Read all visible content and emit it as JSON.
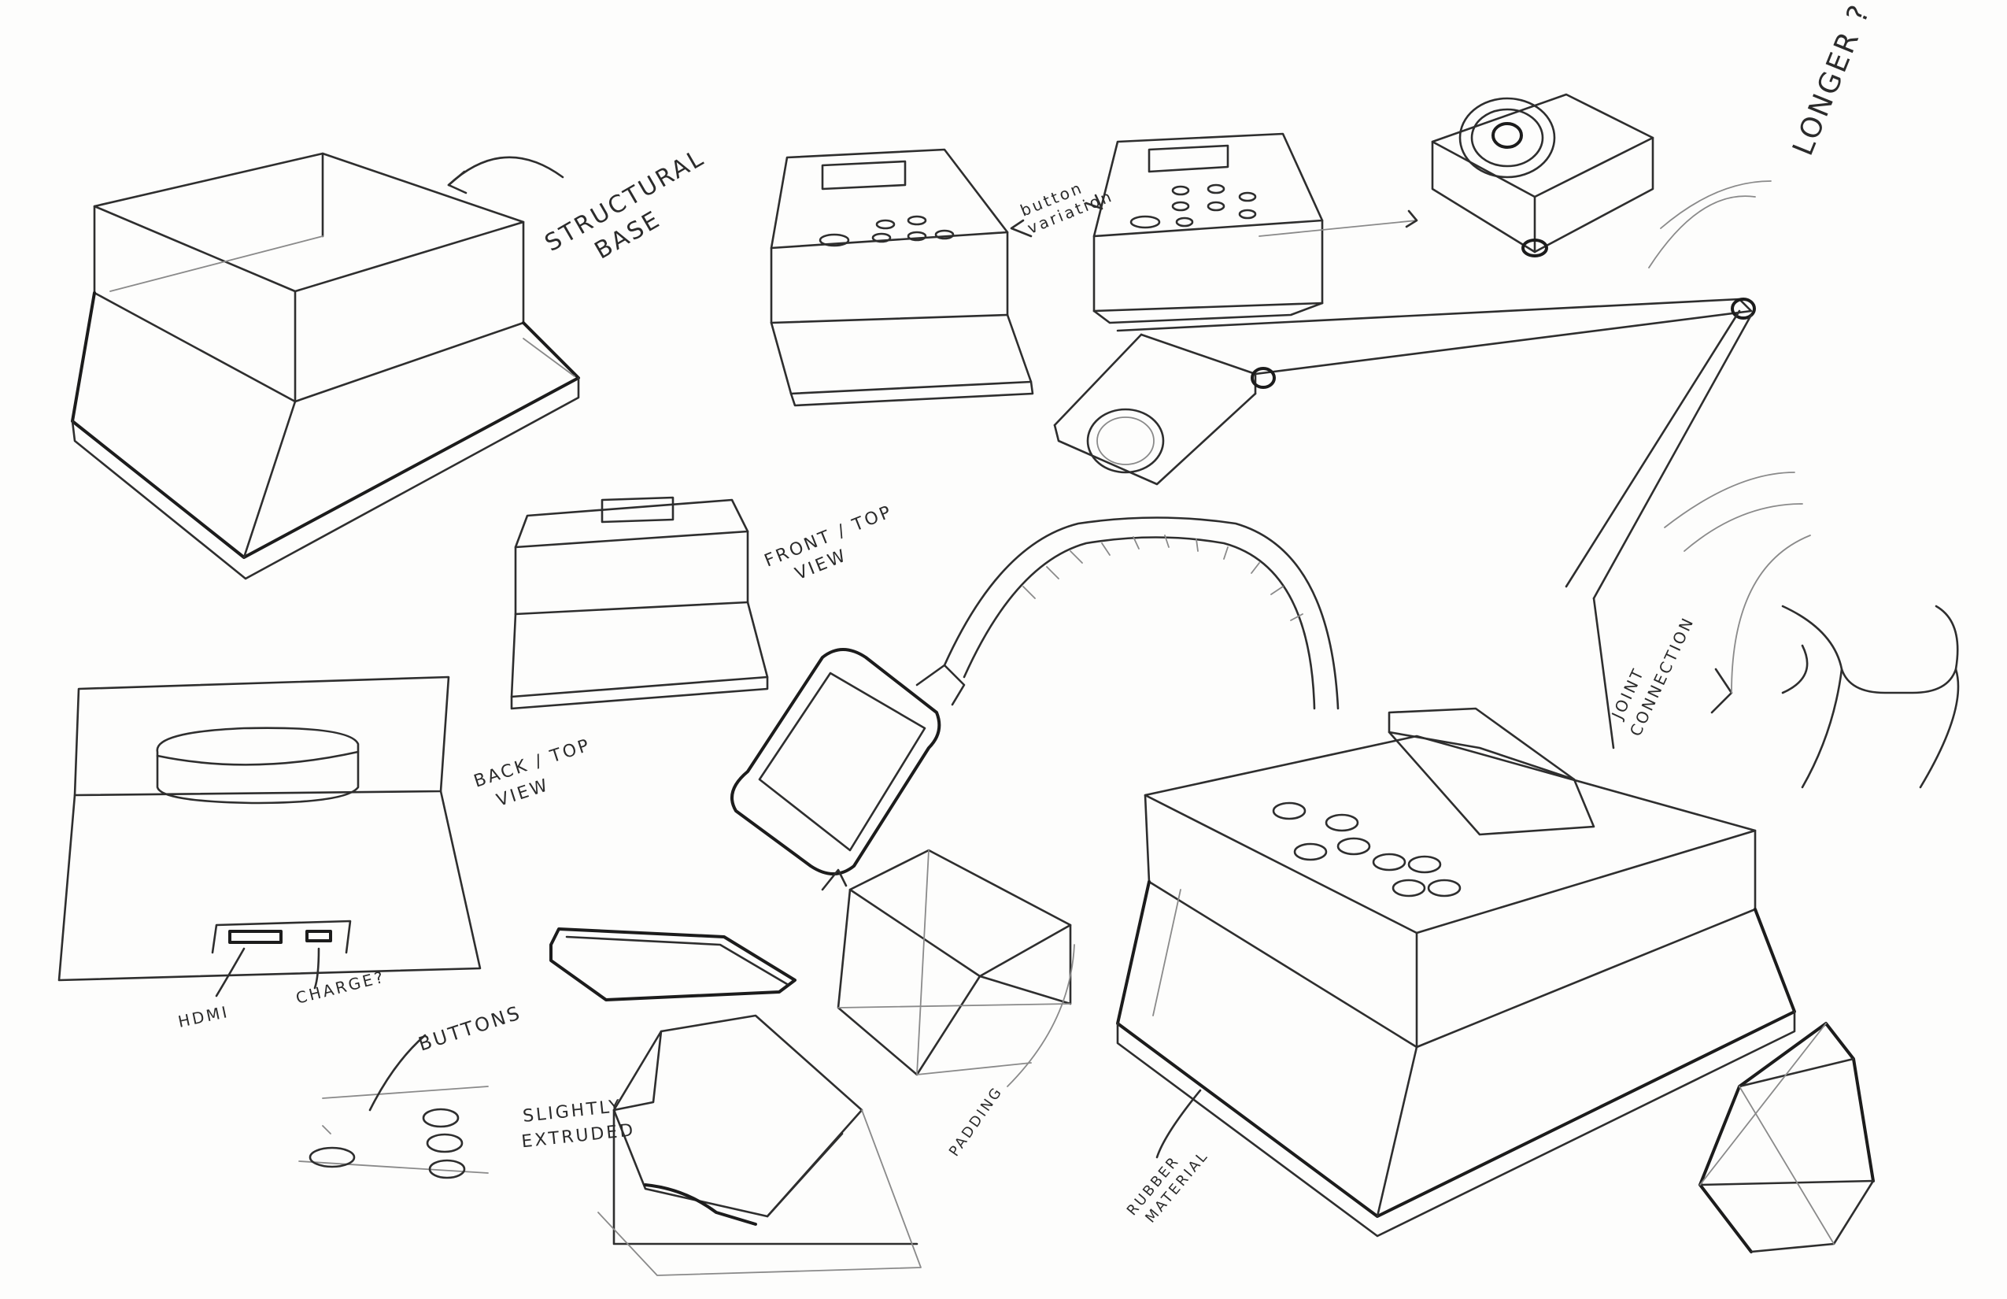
{
  "annotations": {
    "structural_base": [
      "STRUCTURAL",
      "BASE"
    ],
    "button_variation": [
      "button",
      "variation"
    ],
    "longer": "LONGER ?",
    "front_top_view": [
      "FRONT / TOP",
      "VIEW"
    ],
    "back_top_view": [
      "BACK / TOP",
      "VIEW"
    ],
    "hdmi": "HDMI",
    "charge": "CHARGE?",
    "buttons": "BUTTONS",
    "slightly_extruded": [
      "SLIGHTLY",
      "EXTRUDED"
    ],
    "joint_connection": [
      "JOINT",
      "CONNECTION"
    ],
    "rubber_material": [
      "RUBBER",
      "MATERIAL"
    ],
    "padding": "PADDING"
  },
  "colors": {
    "paper": "#fdfdfc",
    "graphite": "#2e2e2e"
  }
}
